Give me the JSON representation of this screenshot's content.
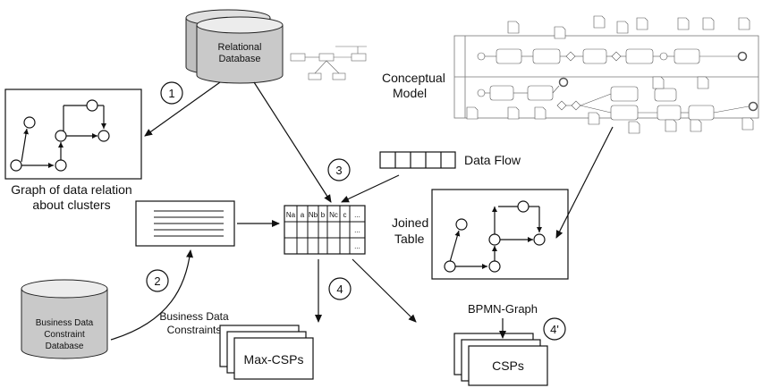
{
  "relational_db": {
    "line1": "Relational",
    "line2": "Database"
  },
  "conceptual_model": {
    "line1": "Conceptual",
    "line2": "Model"
  },
  "graph_clusters": {
    "line1": "Graph of data relation",
    "line2": "about clusters"
  },
  "data_flow": {
    "label": "Data Flow"
  },
  "joined_table": {
    "line1": "Joined",
    "line2": "Table",
    "headers": [
      "Na",
      "a",
      "Nb",
      "b",
      "Nc",
      "c",
      "..."
    ],
    "ellipsis": "..."
  },
  "business_db": {
    "line1": "Business Data",
    "line2": "Constraint",
    "line3": "Database"
  },
  "business_constraints": {
    "line1": "Business Data",
    "line2": "Constraints"
  },
  "max_csps": {
    "label": "Max-CSPs"
  },
  "bpmn_graph": {
    "label": "BPMN-Graph"
  },
  "csps": {
    "label": "CSPs"
  },
  "steps": {
    "s1": "1",
    "s2": "2",
    "s3": "3",
    "s4": "4",
    "s4p": "4'"
  }
}
